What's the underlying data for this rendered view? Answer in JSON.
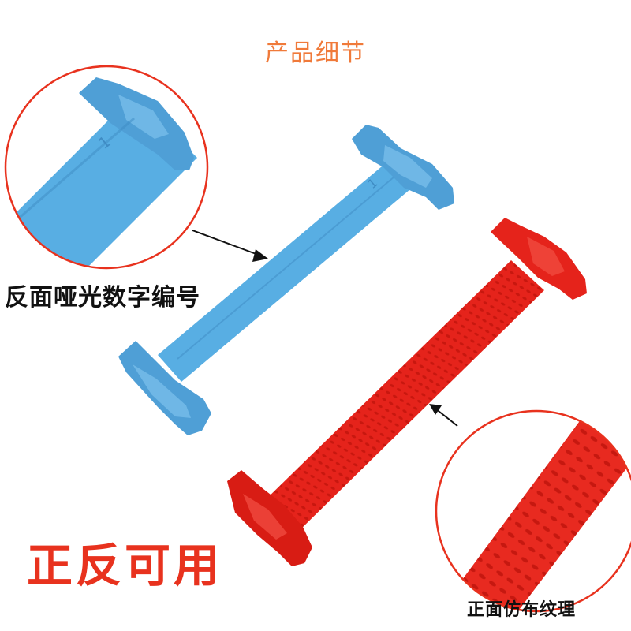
{
  "header": {
    "title": "产品细节"
  },
  "labels": {
    "back": "反面哑光数字编号",
    "both_sides": "正反可用",
    "front": "正面仿布纹理"
  },
  "detail_marks": {
    "number_mark": "1"
  },
  "colors": {
    "title": "#f07a3a",
    "accent_red": "#e8321e",
    "blue_piece": "#58aee3",
    "red_piece": "#e5231b",
    "outline": "#e8321e"
  }
}
